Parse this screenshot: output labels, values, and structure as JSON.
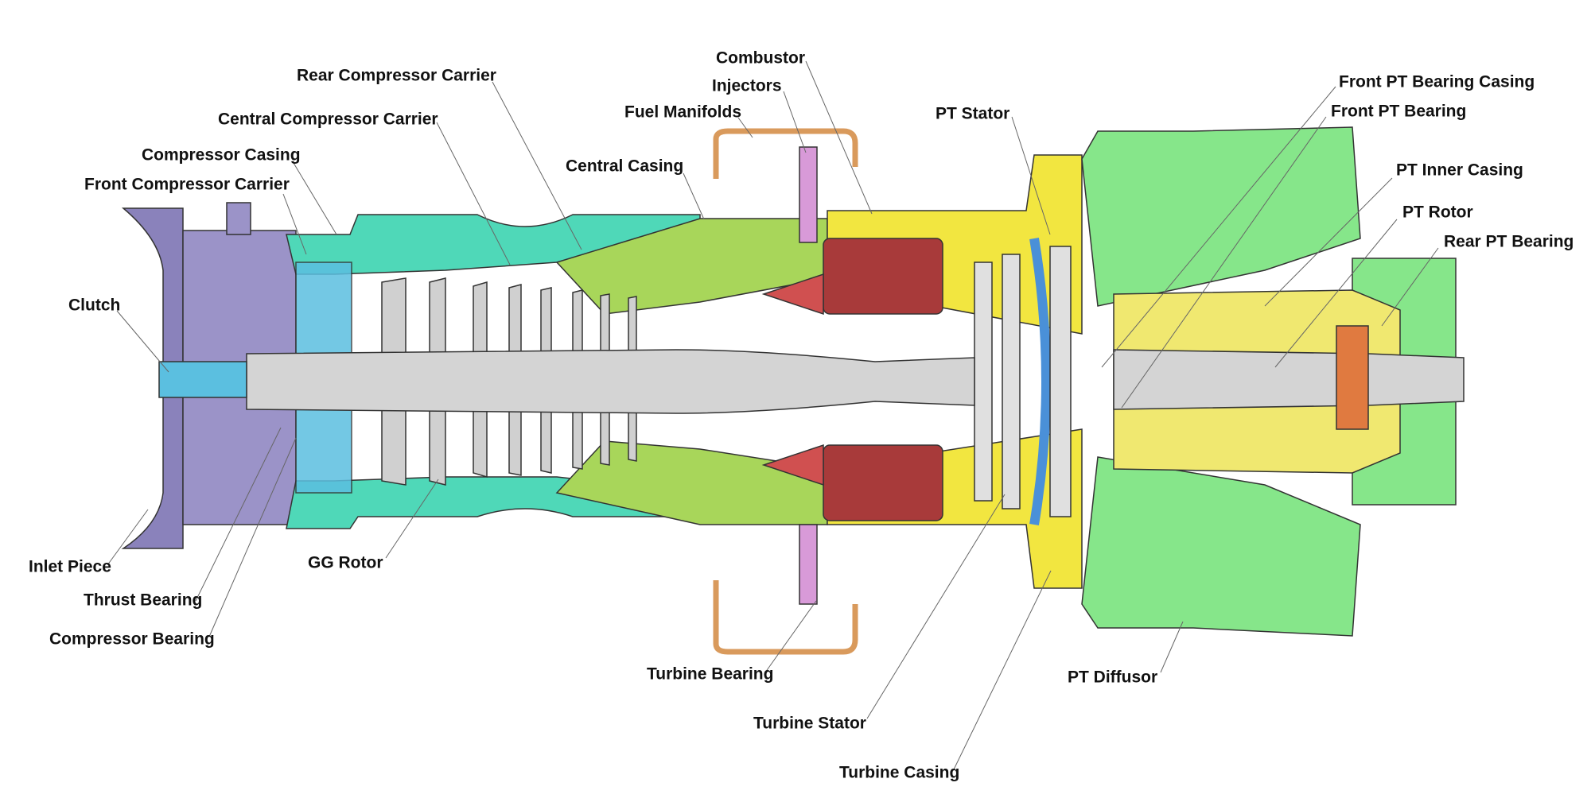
{
  "labels": {
    "combustor": "Combustor",
    "injectors": "Injectors",
    "fuel_manifolds": "Fuel Manifolds",
    "rear_compressor_carrier": "Rear Compressor Carrier",
    "central_compressor_carrier": "Central Compressor Carrier",
    "compressor_casing": "Compressor Casing",
    "front_compressor_carrier": "Front Compressor Carrier",
    "central_casing": "Central Casing",
    "pt_stator": "PT Stator",
    "front_pt_bearing_casing": "Front PT Bearing Casing",
    "front_pt_bearing": "Front PT Bearing",
    "pt_inner_casing": "PT Inner Casing",
    "pt_rotor": "PT Rotor",
    "rear_pt_bearing": "Rear PT Bearing",
    "clutch": "Clutch",
    "inlet_piece": "Inlet Piece",
    "thrust_bearing": "Thrust Bearing",
    "compressor_bearing": "Compressor Bearing",
    "gg_rotor": "GG Rotor",
    "turbine_bearing": "Turbine Bearing",
    "turbine_stator": "Turbine Stator",
    "turbine_casing": "Turbine Casing",
    "pt_diffusor": "PT Diffusor"
  },
  "colors": {
    "inlet": "#9b93c8",
    "compressor_casing": "#4fd8b8",
    "carrier": "#5bbfe0",
    "central_casing": "#a8d65a",
    "turbine_casing": "#f2e640",
    "combustor": "#a83a3a",
    "pt_casing": "#86e68a",
    "rotor": "#d4d4d4",
    "fuel": "#d99a5c",
    "injector": "#d89ad8",
    "pt_bearing": "#e07a40"
  }
}
